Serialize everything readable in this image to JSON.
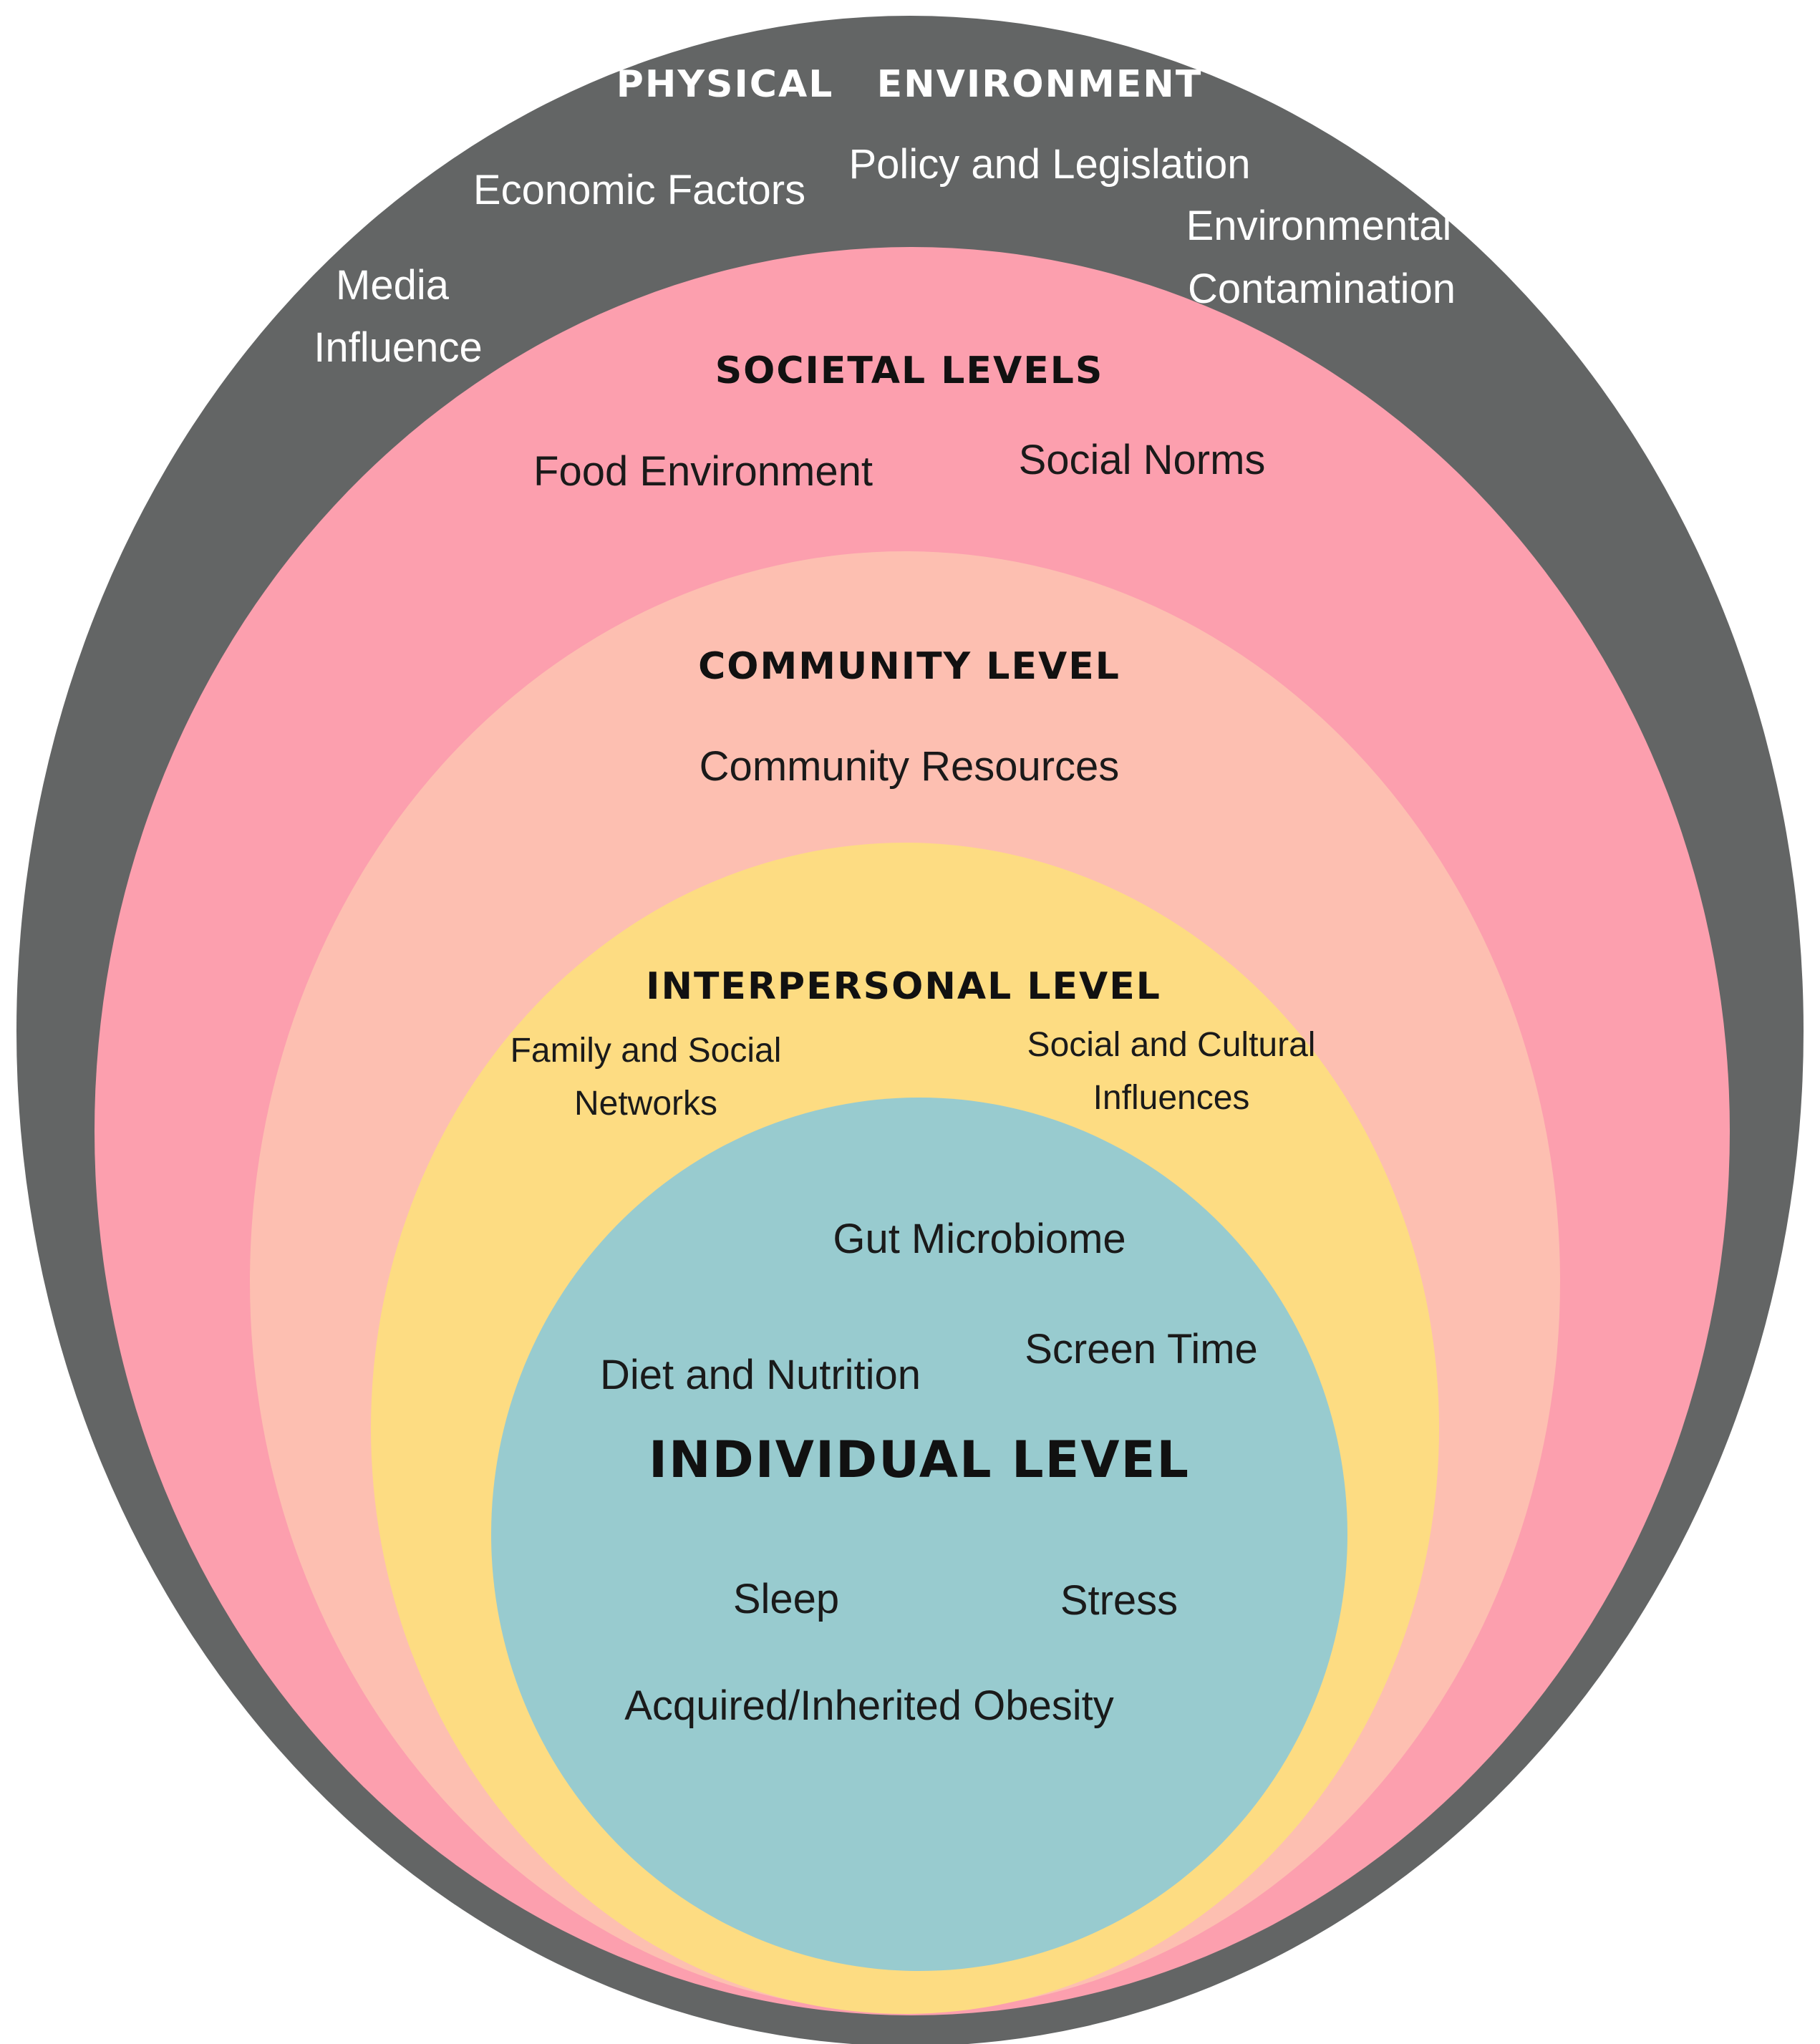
{
  "colors": {
    "physical": "#636565",
    "societal": "#fc9fae",
    "community": "#fdbfb1",
    "interpersonal": "#fddc82",
    "individual": "#98cbcf"
  },
  "physical": {
    "title": "PHYSICAL   ENVIRONMENT",
    "economic": "Economic Factors",
    "policy": "Policy and Legislation",
    "media_1": "Media",
    "media_2": "Influence",
    "env_1": "Environmental",
    "env_2": "Contamination"
  },
  "societal": {
    "title": "SOCIETAL LEVELS",
    "food": "Food Environment",
    "norms": "Social Norms"
  },
  "community": {
    "title": "COMMUNITY LEVEL",
    "resources": "Community Resources"
  },
  "interpersonal": {
    "title": "INTERPERSONAL LEVEL",
    "family_1": "Family and Social",
    "family_2": "Networks",
    "cultural_1": "Social and Cultural",
    "cultural_2": "Influences"
  },
  "individual": {
    "title": "INDIVIDUAL LEVEL",
    "gut": "Gut Microbiome",
    "diet": "Diet and Nutrition",
    "screen": "Screen Time",
    "sleep": "Sleep",
    "stress": "Stress",
    "obesity": "Acquired/Inherited Obesity"
  }
}
